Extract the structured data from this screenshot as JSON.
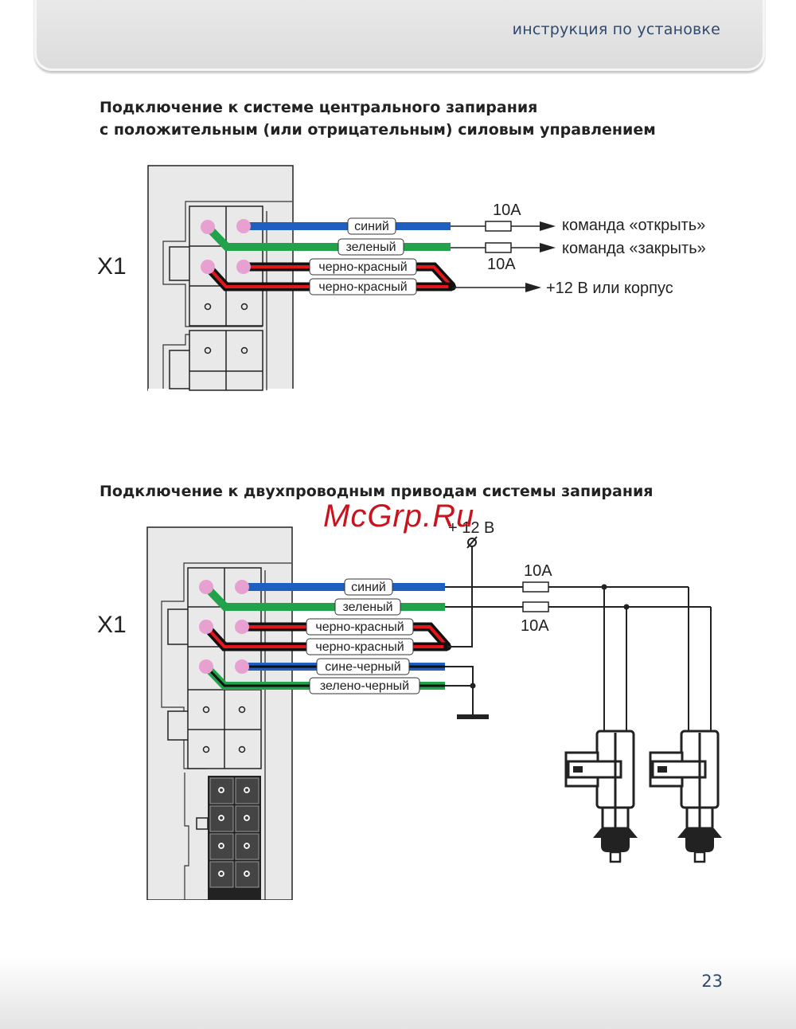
{
  "header": {
    "title": "инструкция по установке"
  },
  "section1": {
    "title_line1": "Подключение к системе центрального запирания",
    "title_line2": "с положительным (или отрицательным) силовым управлением",
    "connector_label": "X1",
    "wires": [
      {
        "label": "синий",
        "color": "#1f5fbf"
      },
      {
        "label": "зеленый",
        "color": "#22a24a"
      },
      {
        "label": "черно-красный",
        "color": "#e3161b"
      },
      {
        "label": "черно-красный",
        "color": "#e3161b"
      }
    ],
    "fuse_top_label": "10А",
    "fuse_bottom_label": "10А",
    "outputs": [
      "команда «открыть»",
      "команда «закрыть»",
      "+12 В или корпус"
    ]
  },
  "section2": {
    "title": "Подключение к двухпроводным приводам системы запирания",
    "connector_label": "X1",
    "supply_label": "+ 12 В",
    "wires": [
      {
        "label": "синий",
        "color": "#1f5fbf"
      },
      {
        "label": "зеленый",
        "color": "#22a24a"
      },
      {
        "label": "черно-красный",
        "color": "#e3161b"
      },
      {
        "label": "черно-красный",
        "color": "#e3161b"
      },
      {
        "label": "сине-черный",
        "color": "#1f5fbf"
      },
      {
        "label": "зелено-черный",
        "color": "#22a24a"
      }
    ],
    "fuse_top_label": "10А",
    "fuse_bottom_label": "10А"
  },
  "watermark": "McGrp.Ru",
  "footer": {
    "page_number": "23"
  },
  "colors": {
    "accent_text": "#2e4a6e",
    "pin_dot": "#e8a0d0",
    "connector_fill": "#e9e9e9"
  }
}
